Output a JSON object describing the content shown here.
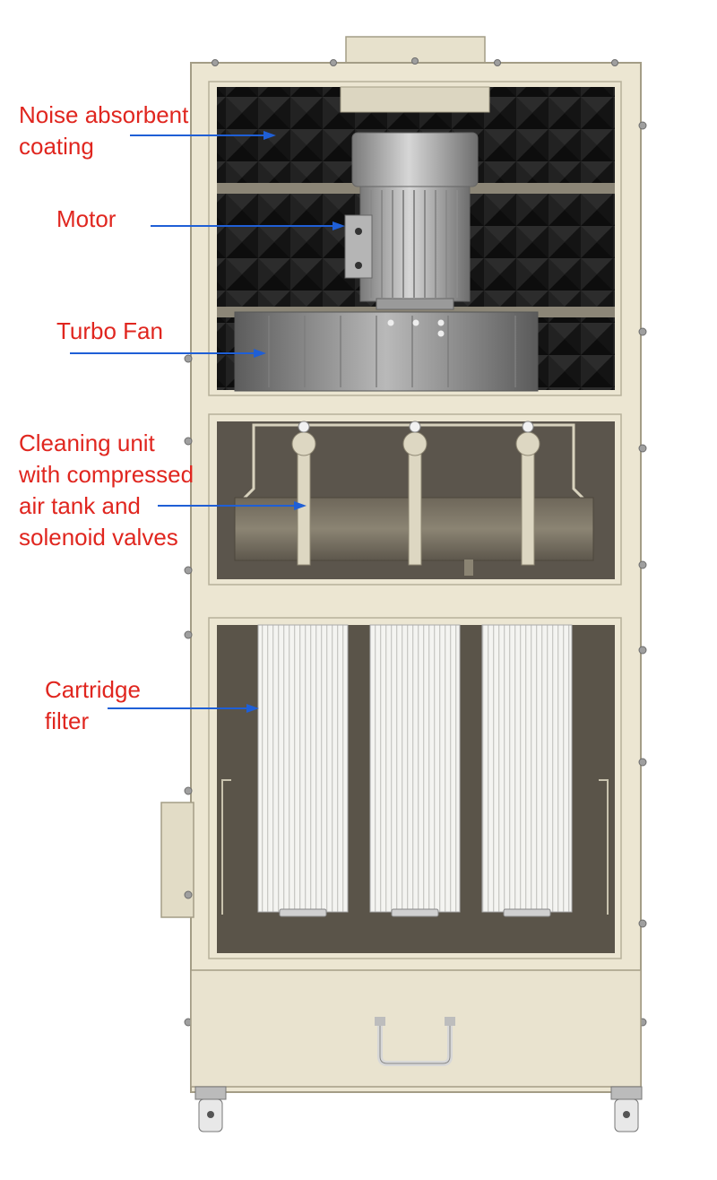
{
  "colors": {
    "label_text": "#e0261f",
    "arrow": "#1f5fd6",
    "cabinet": "#ece6d2",
    "cabinet_edge": "#a49d86",
    "chamber": "#5b554c",
    "foam": "#1b1b1b",
    "motor": "#9a9a9a",
    "filter": "#f1f1ee"
  },
  "labels": [
    {
      "id": "noise",
      "text": "Noise absorbent\ncoating"
    },
    {
      "id": "motor",
      "text": "Motor"
    },
    {
      "id": "fan",
      "text": "Turbo Fan"
    },
    {
      "id": "cleaning",
      "text": "Cleaning unit\nwith compressed\nair tank and\nsolenoid valves"
    },
    {
      "id": "cartridge",
      "text": "Cartridge\nfilter"
    }
  ],
  "icons": {
    "arrow": "arrow-icon",
    "handle": "handle-icon",
    "caster": "caster-wheel-icon"
  }
}
